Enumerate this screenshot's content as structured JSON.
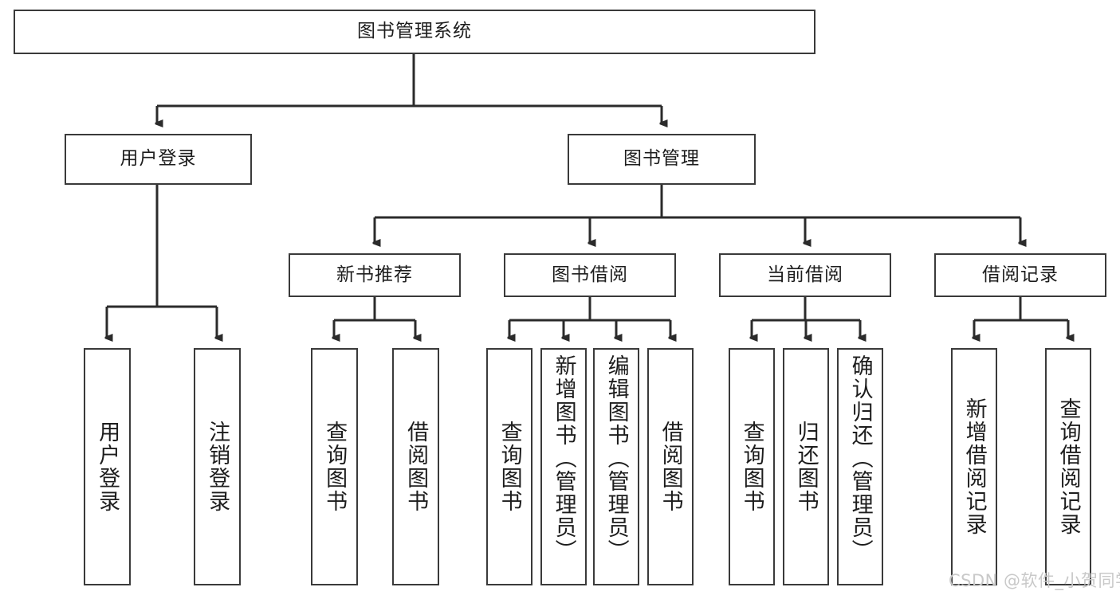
{
  "diagram": {
    "title": "图书管理系统",
    "type": "functional-structure-tree",
    "watermark": "CSDN @软件_小贺同学",
    "colors": {
      "box_border": "#3a3a3a",
      "box_fill": "#ffffff",
      "connector": "#2b2b2b",
      "text": "#1d1d1d",
      "watermark": "#c9c9c9"
    },
    "nodes": {
      "root": {
        "label": "图书管理系统",
        "level": 1
      },
      "level2": [
        {
          "id": "user-login",
          "label": "用户登录"
        },
        {
          "id": "book-management",
          "label": "图书管理"
        }
      ],
      "level3": [
        {
          "id": "new-book-recommend",
          "label": "新书推荐"
        },
        {
          "id": "book-borrow",
          "label": "图书借阅"
        },
        {
          "id": "current-borrow",
          "label": "当前借阅"
        },
        {
          "id": "borrow-record",
          "label": "借阅记录"
        }
      ],
      "leaves": {
        "user-login": [
          {
            "id": "leaf-user-login",
            "label": "用户登录"
          },
          {
            "id": "leaf-logout-login",
            "label": "注销登录"
          }
        ],
        "new-book-recommend": [
          {
            "id": "leaf-query-book-1",
            "label": "查询图书"
          },
          {
            "id": "leaf-borrow-book-1",
            "label": "借阅图书"
          }
        ],
        "book-borrow": [
          {
            "id": "leaf-query-book-2",
            "label": "查询图书"
          },
          {
            "id": "leaf-add-book",
            "label": "新增图书（管理员）"
          },
          {
            "id": "leaf-edit-book",
            "label": "编辑图书（管理员）"
          },
          {
            "id": "leaf-borrow-book-2",
            "label": "借阅图书"
          }
        ],
        "current-borrow": [
          {
            "id": "leaf-query-book-3",
            "label": "查询图书"
          },
          {
            "id": "leaf-return-book",
            "label": "归还图书"
          },
          {
            "id": "leaf-confirm-return",
            "label": "确认归还（管理员）"
          }
        ],
        "borrow-record": [
          {
            "id": "leaf-add-record",
            "label": "新增借阅记录"
          },
          {
            "id": "leaf-query-record",
            "label": "查询借阅记录"
          }
        ]
      }
    }
  }
}
